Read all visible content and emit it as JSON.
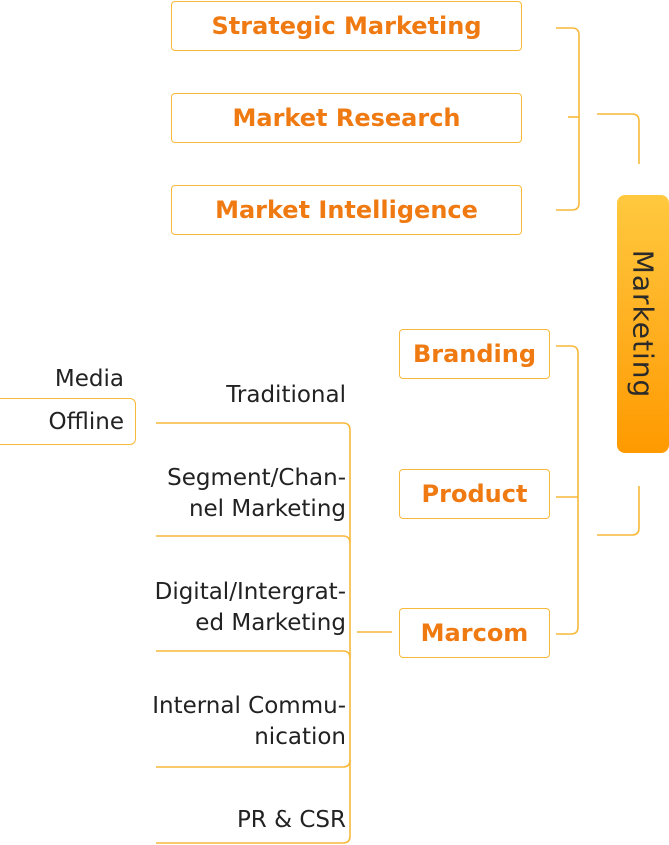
{
  "root": {
    "label": "Marketing"
  },
  "top_group": {
    "items": [
      "Strategic Marketing",
      "Market Research",
      "Market Intelligence"
    ]
  },
  "bottom_group": {
    "items": [
      "Branding",
      "Product",
      "Marcom"
    ]
  },
  "marcom_children": {
    "traditional": "Traditional",
    "segment_line1": "Segment/Chan-",
    "segment_line2": "nel Marketing",
    "digital_line1": "Digital/Intergrat-",
    "digital_line2": "ed Marketing",
    "internal_line1": "Internal Commu-",
    "internal_line2": "nication",
    "pr_csr": "PR & CSR"
  },
  "traditional_children": {
    "media": "Media",
    "offline": "Offline"
  },
  "colors": {
    "line": "#F7B93A",
    "box_text": "#F07A12",
    "root_top": "#FFC93F",
    "root_bottom": "#FF9A00",
    "leaf_text": "#222222"
  }
}
